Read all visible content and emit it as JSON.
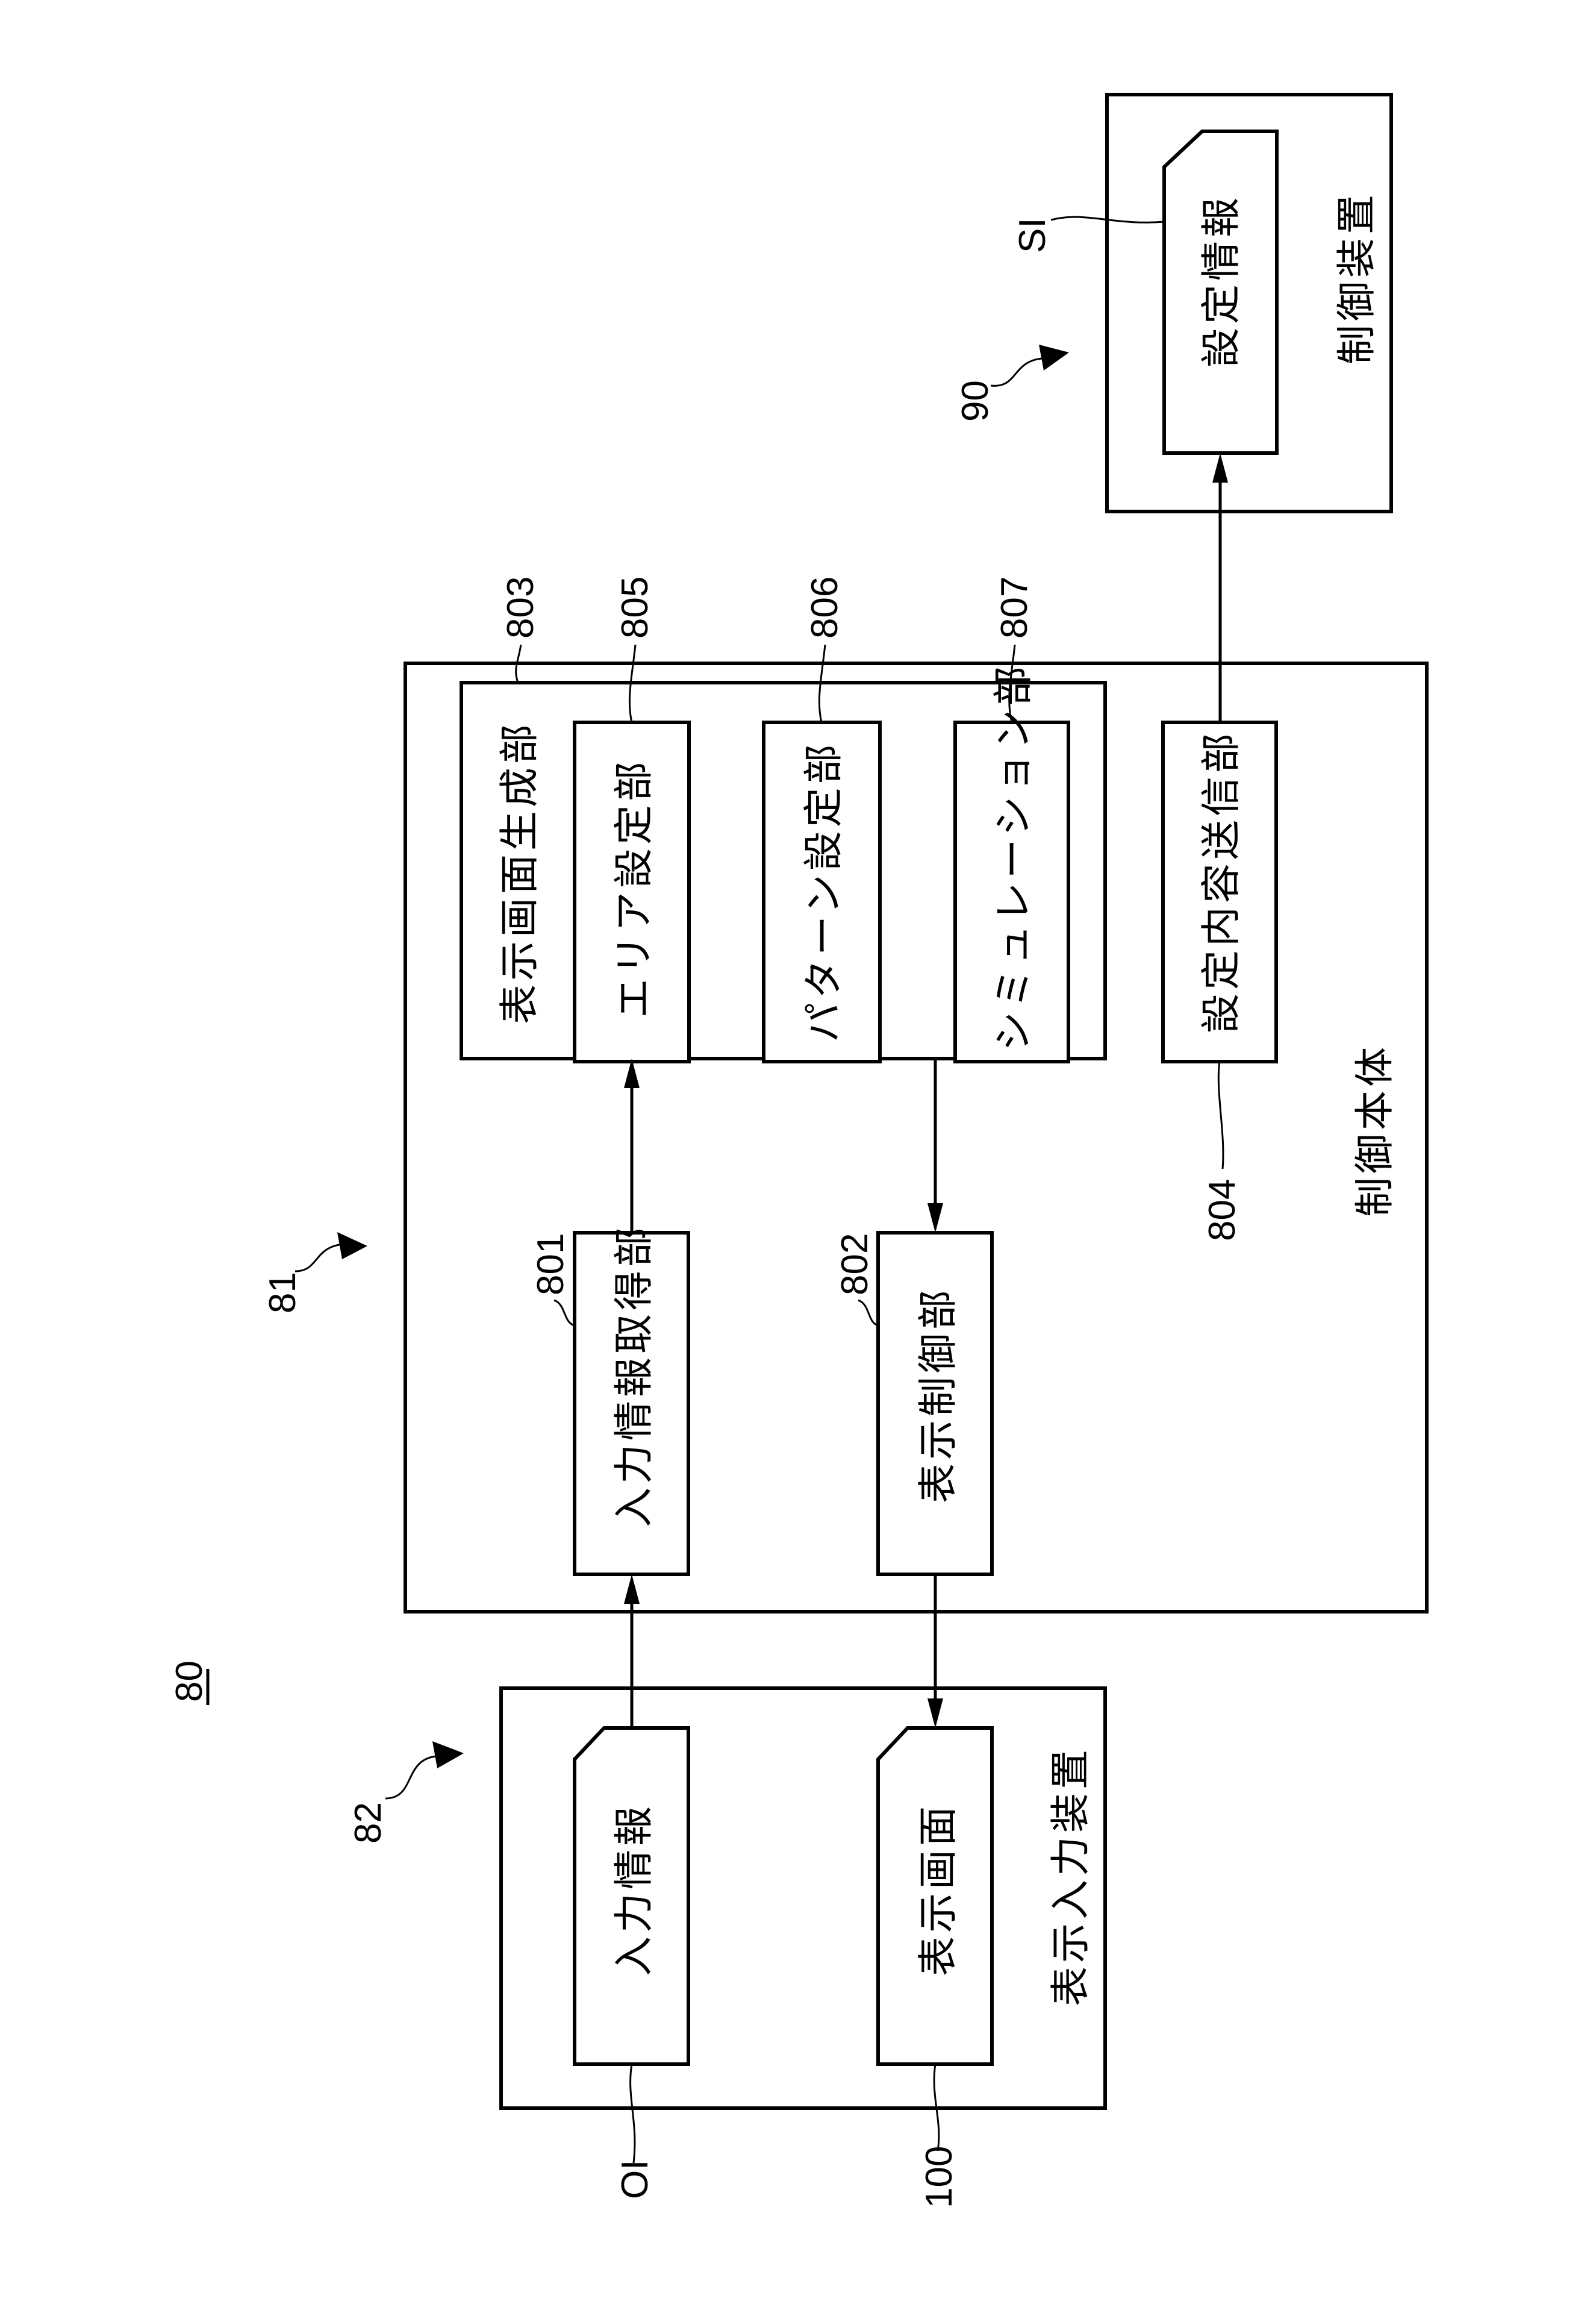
{
  "figure": {
    "figure_number": "80",
    "orientation": "rotated-90-ccw"
  },
  "control_body": {
    "ref": "81",
    "label": "制御本体",
    "display_screen_generation": {
      "ref": "803",
      "label": "表示画面生成部",
      "units": [
        {
          "ref": "805",
          "label": "エリア設定部"
        },
        {
          "ref": "806",
          "label": "パターン設定部"
        },
        {
          "ref": "807",
          "label": "シミュレーション部"
        }
      ]
    },
    "settings_transmission": {
      "ref": "804",
      "label": "設定内容送信部"
    },
    "input_acquisition": {
      "ref": "801",
      "label": "入力情報取得部"
    },
    "display_control": {
      "ref": "802",
      "label": "表示制御部"
    }
  },
  "display_input_device": {
    "ref": "82",
    "label": "表示入力装置",
    "input_info": {
      "ref": "OI",
      "label": "入力情報"
    },
    "display_screen": {
      "ref": "100",
      "label": "表示画面"
    }
  },
  "control_device": {
    "ref": "90",
    "label": "制御装置",
    "setting_info": {
      "ref": "SI",
      "label": "設定情報"
    }
  }
}
